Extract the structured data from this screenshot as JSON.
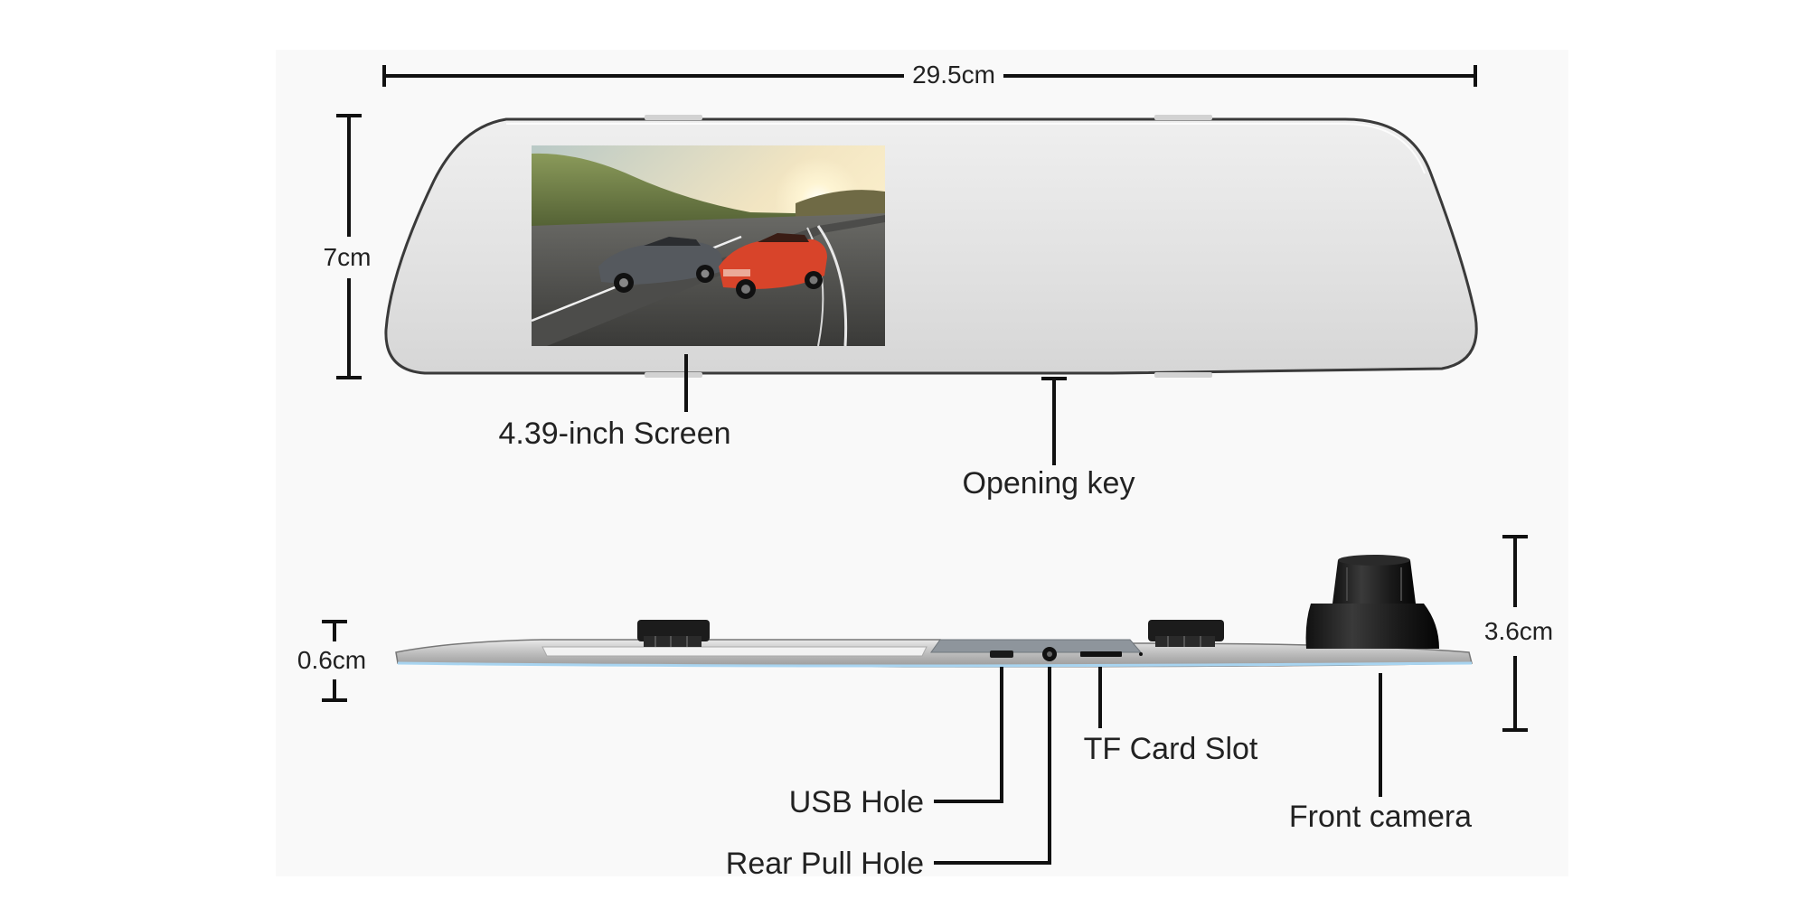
{
  "dimensions": {
    "width": "29.5cm",
    "height": "7cm",
    "thickness": "0.6cm",
    "camera_height": "3.6cm"
  },
  "labels": {
    "screen": "4.39-inch Screen",
    "opening_key": "Opening key",
    "usb_hole": "USB Hole",
    "rear_pull_hole": "Rear Pull Hole",
    "tf_card_slot": "TF Card Slot",
    "front_camera": "Front camera"
  },
  "colors": {
    "line": "#111111",
    "mirror_face": "#e6e6e6",
    "mirror_edge": "#3a3a3a",
    "panel_bg": "#f8f8f8",
    "screen_sky": "#f4e2b0",
    "car_red": "#d8442a",
    "car_gray": "#55595e",
    "rubber": "#1c1c1c"
  }
}
